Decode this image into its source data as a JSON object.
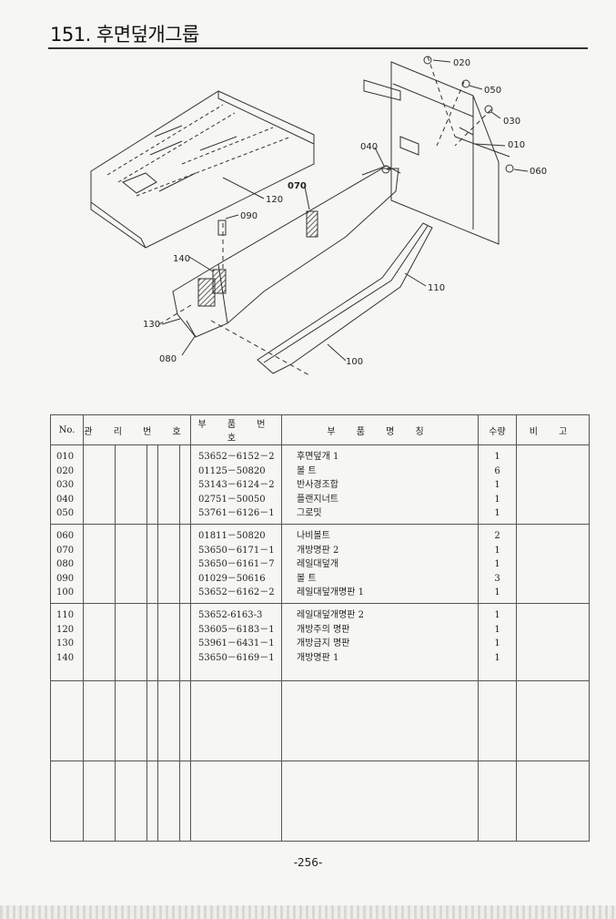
{
  "page": {
    "title": "151. 후면덮개그룹",
    "page_number": "-256-"
  },
  "diagram": {
    "callouts": [
      "020",
      "050",
      "030",
      "010",
      "060",
      "040",
      "070",
      "120",
      "090",
      "140",
      "110",
      "130",
      "080",
      "100"
    ]
  },
  "table": {
    "headers": {
      "no": "No.",
      "mgmt": "관 리 번 호",
      "part_no": "부 품 번 호",
      "part_name": "부 품 명 칭",
      "qty": "수량",
      "remarks": "비 고"
    },
    "groups": [
      {
        "rows": [
          {
            "no": "010",
            "part_no": "53652－6152－2",
            "name": "후면덮개 1",
            "qty": "1"
          },
          {
            "no": "020",
            "part_no": "01125－50820",
            "name": "볼 트",
            "qty": "6"
          },
          {
            "no": "030",
            "part_no": "53143－6124－2",
            "name": "반사경조합",
            "qty": "1"
          },
          {
            "no": "040",
            "part_no": "02751－50050",
            "name": "플랜지너트",
            "qty": "1"
          },
          {
            "no": "050",
            "part_no": "53761－6126－1",
            "name": "그로밋",
            "qty": "1"
          }
        ]
      },
      {
        "rows": [
          {
            "no": "060",
            "part_no": "01811－50820",
            "name": "나비볼트",
            "qty": "2"
          },
          {
            "no": "070",
            "part_no": "53650－6171－1",
            "name": "개방명판 2",
            "qty": "1"
          },
          {
            "no": "080",
            "part_no": "53650－6161－7",
            "name": "레일대덮개",
            "qty": "1"
          },
          {
            "no": "090",
            "part_no": "01029－50616",
            "name": "볼 트",
            "qty": "3"
          },
          {
            "no": "100",
            "part_no": "53652－6162－2",
            "name": "레일대덮개명판 1",
            "qty": "1"
          }
        ]
      },
      {
        "rows": [
          {
            "no": "110",
            "part_no": "53652-6163-3",
            "name": "레일대덮개명판 2",
            "qty": "1"
          },
          {
            "no": "120",
            "part_no": "53605－6183－1",
            "name": "개방주의 명판",
            "qty": "1"
          },
          {
            "no": "130",
            "part_no": "53961－6431－1",
            "name": "개방금지 명판",
            "qty": "1"
          },
          {
            "no": "140",
            "part_no": "53650－6169－1",
            "name": "개방명판 1",
            "qty": "1"
          }
        ]
      },
      {
        "rows": []
      },
      {
        "rows": []
      }
    ]
  }
}
